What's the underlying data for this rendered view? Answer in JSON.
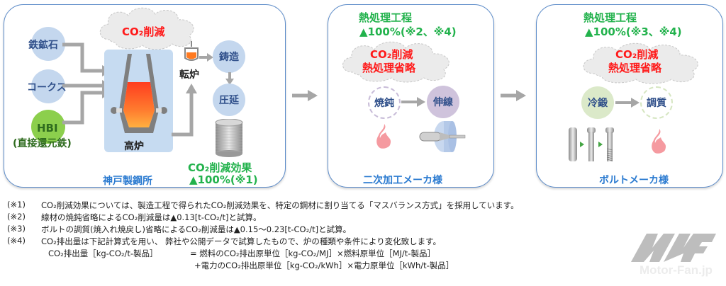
{
  "panels": [
    {
      "id": "steelworks",
      "footer": "神戸製鋼所",
      "cloud_text": [
        "CO₂削減"
      ],
      "inputs": [
        "鉄鉱石",
        "コークス",
        "HBI"
      ],
      "hbi_sub": "(直接還元鉄)",
      "blast_furnace": "高炉",
      "converter": "転炉",
      "casting": "鋳造",
      "rolling": "圧延",
      "effect_line1": "CO₂削減効果",
      "effect_line2": "▲100%(※1)"
    },
    {
      "id": "secondary-processor",
      "footer": "二次加工メーカ様",
      "heading_line1": "熱処理工程",
      "heading_line2": "▲100%(※2、※4)",
      "cloud_text": [
        "CO₂削減",
        "熱処理省略"
      ],
      "step1": "焼鈍",
      "step2": "伸線"
    },
    {
      "id": "bolt-maker",
      "footer": "ボルトメーカ様",
      "heading_line1": "熱処理工程",
      "heading_line2": "▲100%(※3、※4)",
      "cloud_text": [
        "CO₂削減",
        "熱処理省略"
      ],
      "step1": "冷鍛",
      "step2": "調質"
    }
  ],
  "notes": [
    {
      "mark": "(※1)",
      "text": "CO₂削減効果については、製造工程で得られたCO₂削減効果を、特定の鋼材に割り当てる「マスバランス方式」を採用しています。"
    },
    {
      "mark": "(※2)",
      "text": "線材の焼鈍省略によるCO₂削減量は▲0.13[t-CO₂/t]と試算。"
    },
    {
      "mark": "(※3)",
      "text": "ボルトの調質(焼入れ焼戻し)省略によるCO₂削減量は▲0.15〜0.23[t-CO₂/t]と試算。"
    },
    {
      "mark": "(※4)",
      "text": "CO₂排出量は下記計算式を用い、 弊社や公開データで試算したもので、炉の種類や条件により変化致します。"
    }
  ],
  "formula": {
    "lhs": "CO₂排出量［kg-CO₂/t-製品］",
    "line1": "= 燃料のCO₂排出原単位［kg-CO₂/MJ］×燃料原単位［MJ/t-製品］",
    "line2": "+電力のCO₂排出原単位［kg-CO₂/kWh］×電力原単位［kWh/t-製品］"
  },
  "watermark": "Motor-Fan.jp",
  "colors": {
    "box_border": "#5b8bc9",
    "green_text": "#22b24c",
    "red_text": "#ff1a1a",
    "blue_text": "#2a7ad0",
    "arrow": "#a6a6a6"
  }
}
